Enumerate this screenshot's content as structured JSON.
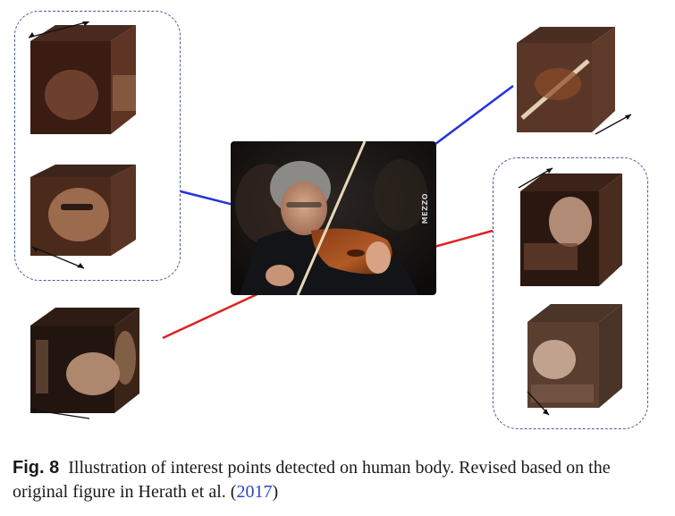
{
  "figure": {
    "watermark": "MEZZO",
    "colors": {
      "line_blue": "#2233dd",
      "line_red": "#dd2222",
      "box_border": "#4a5a9a"
    }
  },
  "caption": {
    "label": "Fig. 8",
    "text": "Illustration of interest points detected on human body. Revised based on the original figure in Herath et al. (",
    "link": "2017",
    "close": ")"
  }
}
